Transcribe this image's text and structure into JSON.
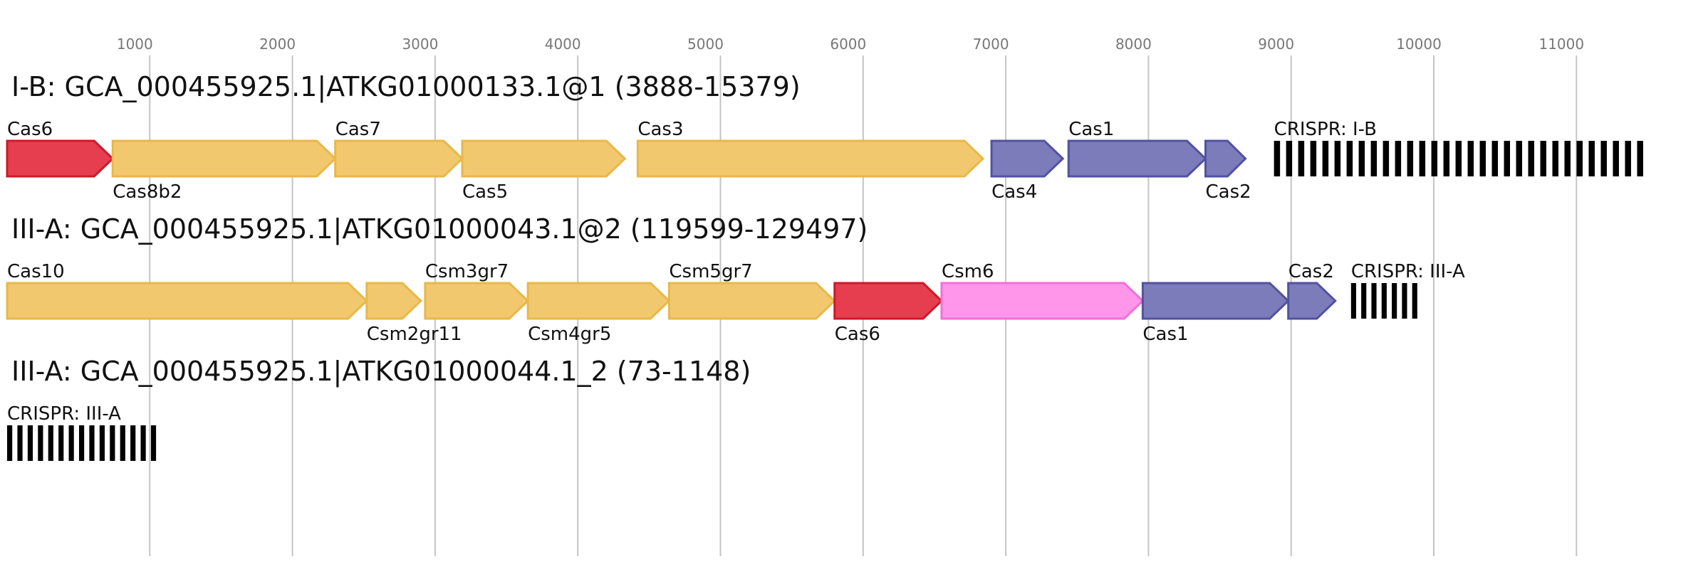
{
  "axis": {
    "ticks": [
      "1000",
      "2000",
      "3000",
      "4000",
      "5000",
      "6000",
      "7000",
      "8000",
      "9000",
      "10000",
      "11000"
    ]
  },
  "colors": {
    "yellow_fill": "#f2c86f",
    "yellow_stroke": "#e8b84a",
    "red_fill": "#e63e4f",
    "red_stroke": "#cc1a2a",
    "blue_fill": "#7c7cba",
    "blue_stroke": "#5252a0",
    "pink_fill": "#ff96ea",
    "pink_stroke": "#f06edc",
    "crispr": "#000000"
  },
  "tracks": [
    {
      "title": "I-B: GCA_000455925.1|ATKG01000133.1@1 (3888-15379)",
      "genes": [
        {
          "label": "Cas6",
          "start": 0,
          "end": 740,
          "color": "red",
          "label_pos": "above"
        },
        {
          "label": "Cas8b2",
          "start": 740,
          "end": 2300,
          "color": "yellow",
          "label_pos": "below"
        },
        {
          "label": "Cas7",
          "start": 2300,
          "end": 3190,
          "color": "yellow",
          "label_pos": "above"
        },
        {
          "label": "Cas5",
          "start": 3190,
          "end": 4330,
          "color": "yellow",
          "label_pos": "below"
        },
        {
          "label": "Cas3",
          "start": 4420,
          "end": 6840,
          "color": "yellow",
          "label_pos": "above"
        },
        {
          "label": "Cas4",
          "start": 6900,
          "end": 7400,
          "color": "blue",
          "label_pos": "below"
        },
        {
          "label": "Cas1",
          "start": 7440,
          "end": 8400,
          "color": "blue",
          "label_pos": "above"
        },
        {
          "label": "Cas2",
          "start": 8400,
          "end": 8680,
          "color": "blue",
          "label_pos": "below"
        }
      ],
      "crispr": {
        "label": "CRISPR: I-B",
        "start": 8880,
        "end": 11510,
        "count": 31
      }
    },
    {
      "title": "III-A: GCA_000455925.1|ATKG01000043.1@2 (119599-129497)",
      "genes": [
        {
          "label": "Cas10",
          "start": 0,
          "end": 2520,
          "color": "yellow",
          "label_pos": "above"
        },
        {
          "label": "Csm2gr11",
          "start": 2520,
          "end": 2900,
          "color": "yellow",
          "label_pos": "below"
        },
        {
          "label": "Csm3gr7",
          "start": 2930,
          "end": 3650,
          "color": "yellow",
          "label_pos": "above"
        },
        {
          "label": "Csm4gr5",
          "start": 3650,
          "end": 4640,
          "color": "yellow",
          "label_pos": "below"
        },
        {
          "label": "Csm5gr7",
          "start": 4640,
          "end": 5800,
          "color": "yellow",
          "label_pos": "above"
        },
        {
          "label": "Cas6",
          "start": 5800,
          "end": 6550,
          "color": "red",
          "label_pos": "below"
        },
        {
          "label": "Csm6",
          "start": 6550,
          "end": 7960,
          "color": "pink",
          "label_pos": "above"
        },
        {
          "label": "Cas1",
          "start": 7960,
          "end": 8980,
          "color": "blue",
          "label_pos": "below"
        },
        {
          "label": "Cas2",
          "start": 8980,
          "end": 9310,
          "color": "blue",
          "label_pos": "above"
        }
      ],
      "crispr": {
        "label": "CRISPR: III-A",
        "start": 9420,
        "end": 9920,
        "count": 7
      }
    },
    {
      "title": "III-A: GCA_000455925.1|ATKG01000044.1_2 (73-1148)",
      "genes": [],
      "crispr": {
        "label": "CRISPR: III-A",
        "start": 0,
        "end": 1080,
        "count": 15
      }
    }
  ]
}
